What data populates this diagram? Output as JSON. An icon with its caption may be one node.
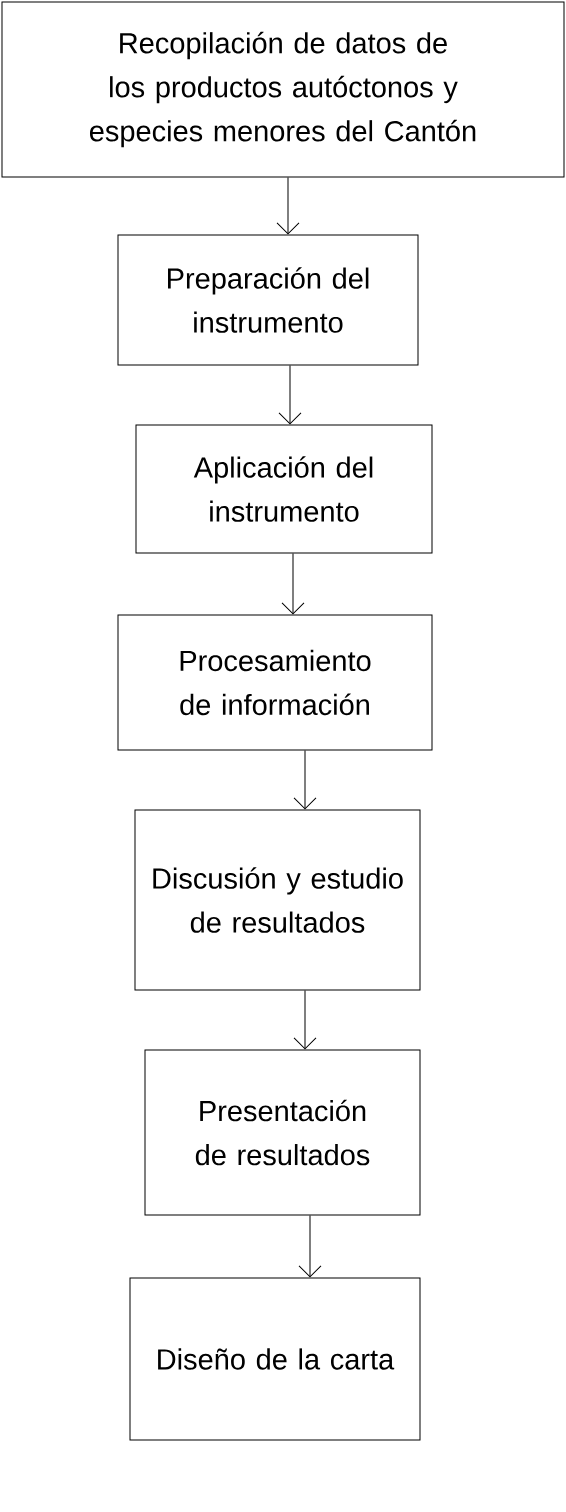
{
  "diagram": {
    "nodes": [
      {
        "text": [
          "Recopilación de datos de los productos autóctonos y especies menores del Cantón"
        ]
      },
      {
        "text": [
          "Preparación del instrumento"
        ]
      },
      {
        "text": [
          "Aplicación del instrumento"
        ]
      },
      {
        "text": [
          "Procesamiento de información"
        ]
      },
      {
        "text": [
          "Discusión y estudio de resultados"
        ]
      },
      {
        "text": [
          "Presentación de resultados"
        ]
      },
      {
        "text": [
          "Diseño de la carta"
        ]
      }
    ],
    "edges": [
      {
        "from": 0,
        "to": 1,
        "arrow": "to"
      },
      {
        "from": 1,
        "to": 2,
        "arrow": "to"
      },
      {
        "from": 2,
        "to": 3,
        "arrow": "to"
      },
      {
        "from": 3,
        "to": 4,
        "arrow": "to"
      },
      {
        "from": 4,
        "to": 5,
        "arrow": "to"
      },
      {
        "from": 5,
        "to": 6,
        "arrow": "to"
      }
    ]
  }
}
